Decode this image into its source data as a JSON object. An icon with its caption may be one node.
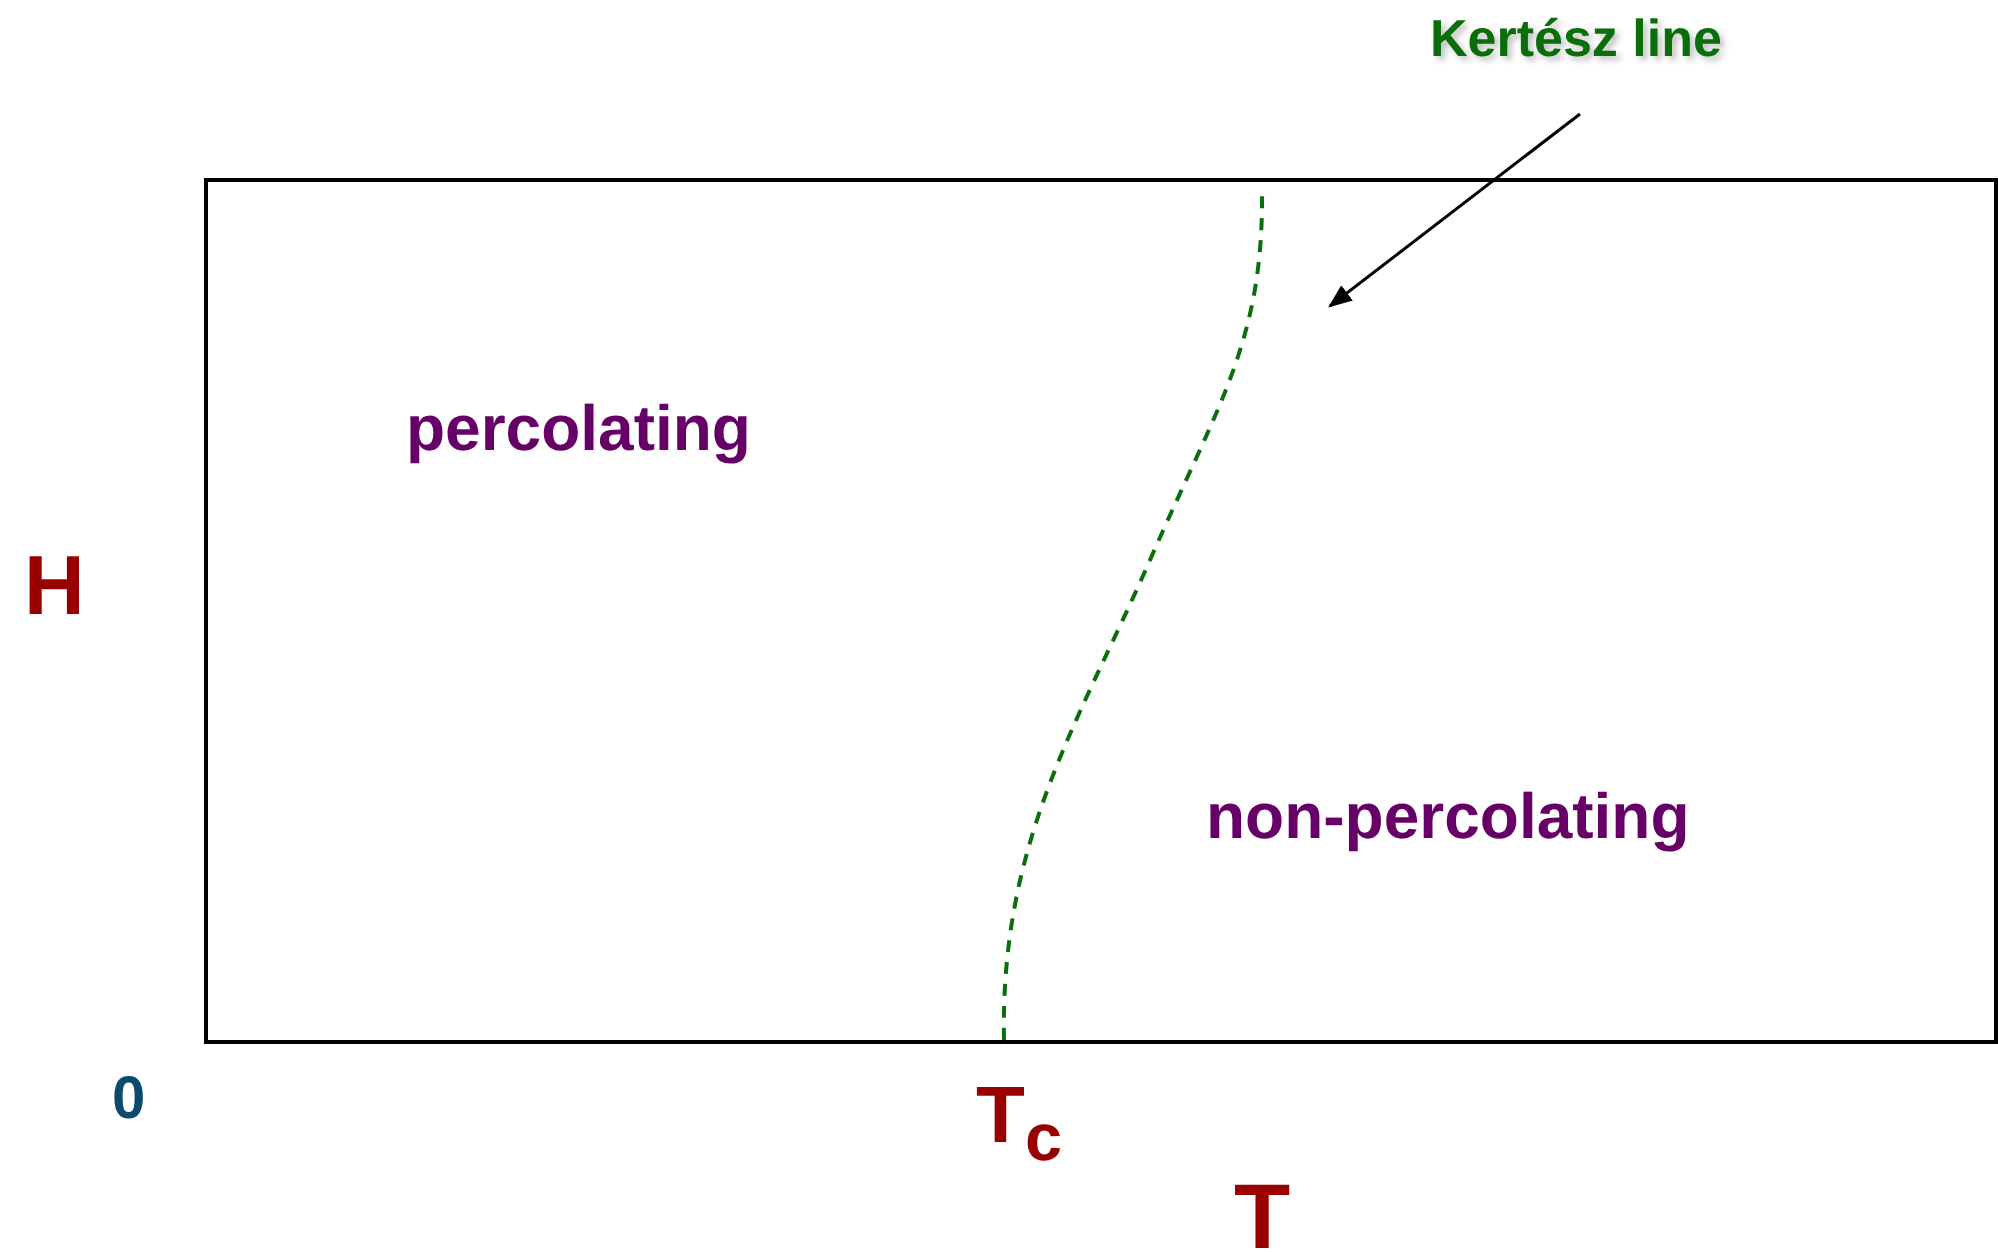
{
  "diagram": {
    "nodes": [
      {
        "text": [
          "Kertész line"
        ]
      },
      {
        "text": [],
        "shape": "line"
      }
    ],
    "edges": [
      {
        "from": 0,
        "to": 1,
        "arrow": "to"
      }
    ],
    "labels": [
      "percolating",
      "H",
      "non-percolating",
      "0",
      "T$_{c}$",
      "T"
    ]
  }
}
